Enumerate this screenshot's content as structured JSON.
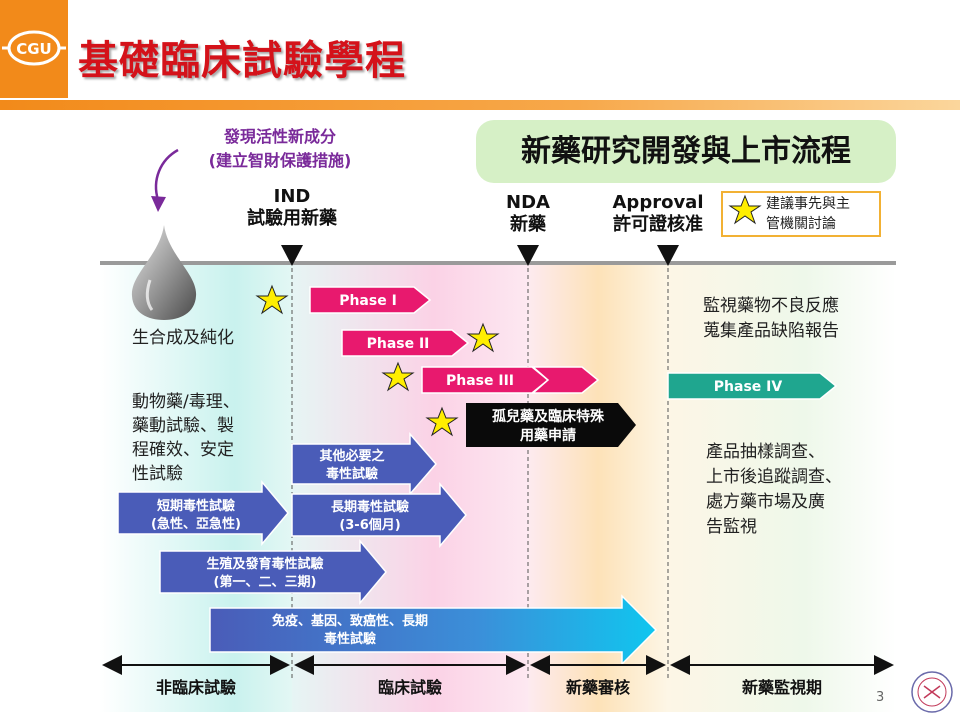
{
  "title": "基礎臨床試驗學程",
  "main_title": "新藥研究開發與上市流程",
  "discovery": {
    "line1": "發現活性新成分",
    "line2": "(建立智財保護措施)"
  },
  "milestones": {
    "ind": {
      "en": "IND",
      "zh": "試驗用新藥"
    },
    "nda": {
      "en": "NDA",
      "zh": "新藥"
    },
    "approval": {
      "en": "Approval",
      "zh": "許可證核准"
    }
  },
  "legend": {
    "line1": "建議事先與主",
    "line2": "管機關討論"
  },
  "preclinical": {
    "synthesis": "生合成及純化",
    "pharm": [
      "動物藥/毒理、",
      "藥動試驗、製",
      "程確效、安定",
      "性試驗"
    ]
  },
  "phases": {
    "p1": "Phase I",
    "p2": "Phase II",
    "p3": "Phase III",
    "p4": "Phase IV"
  },
  "orphan": {
    "line1": "孤兒藥及臨床特殊",
    "line2": "用藥申請"
  },
  "tox": {
    "short": [
      "短期毒性試驗",
      "(急性、亞急性)"
    ],
    "other": [
      "其他必要之",
      "毒性試驗"
    ],
    "long": [
      "長期毒性試驗",
      "(3-6個月)"
    ],
    "repro": [
      "生殖及發育毒性試驗",
      "(第一、二、三期)"
    ],
    "immuno": [
      "免疫、基因、致癌性、長期",
      "毒性試驗"
    ]
  },
  "postmarket": {
    "monitor": [
      "監視藥物不良反應",
      "蒐集產品缺陷報告"
    ],
    "survey": [
      "產品抽樣調查、",
      "上市後追蹤調查、",
      "處方藥市場及廣",
      "告監視"
    ]
  },
  "stages": [
    "非臨床試驗",
    "臨床試驗",
    "新藥審核",
    "新藥監視期"
  ],
  "page_number": "3",
  "colors": {
    "orange": "#f28a1a",
    "title_red": "#d4121a",
    "pink_arrow": "#e8196e",
    "teal_arrow": "#1fa68f",
    "blue_arrow": "#4a5cb8",
    "star": "#ffee00",
    "green_box": "#d6f0c6"
  }
}
